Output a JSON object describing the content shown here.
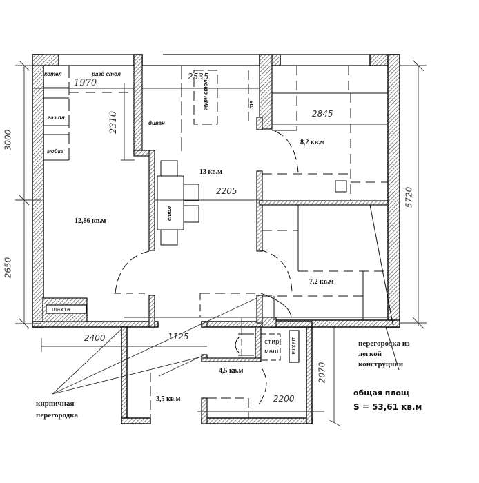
{
  "rooms": [
    {
      "id": "kitchen",
      "area": "12,86 кв.м"
    },
    {
      "id": "living",
      "area": "13 кв.м"
    },
    {
      "id": "bedroom1",
      "area": "8,2 кв.м"
    },
    {
      "id": "bedroom2",
      "area": "7,2 кв.м"
    },
    {
      "id": "bathroom",
      "area": "4,5 кв.м"
    },
    {
      "id": "hall",
      "area": "3,5 кв.м"
    }
  ],
  "furniture": {
    "boiler": "котел",
    "prep_table": "разд стол",
    "gas_stove": "газ.пл",
    "sink": "мойка",
    "sofa": "диван",
    "coffee_table": "журн стол",
    "tv": "тв",
    "dining_table": "стол",
    "washer_line1": "стир",
    "washer_line2": "маш",
    "shaft_kitchen": "шахта",
    "shaft_bath": "шахта"
  },
  "dimensions": {
    "d1970": "1970",
    "d2535": "2535",
    "d2845": "2845",
    "d2310": "2310",
    "d2205": "2205",
    "d3000": "3000",
    "d2650": "2650",
    "d5720": "5720",
    "d2400": "2400",
    "d1125": "1125",
    "d2200": "2200",
    "d2070": "2070"
  },
  "notes": {
    "brick_line1": "кирпичная",
    "brick_line2": "перегородка",
    "light_line1": "перегородка из",
    "light_line2": "легкой",
    "light_line3": "конструцчии"
  },
  "total": {
    "label": "общая площ",
    "value": "S = 53,61 кв.м"
  }
}
